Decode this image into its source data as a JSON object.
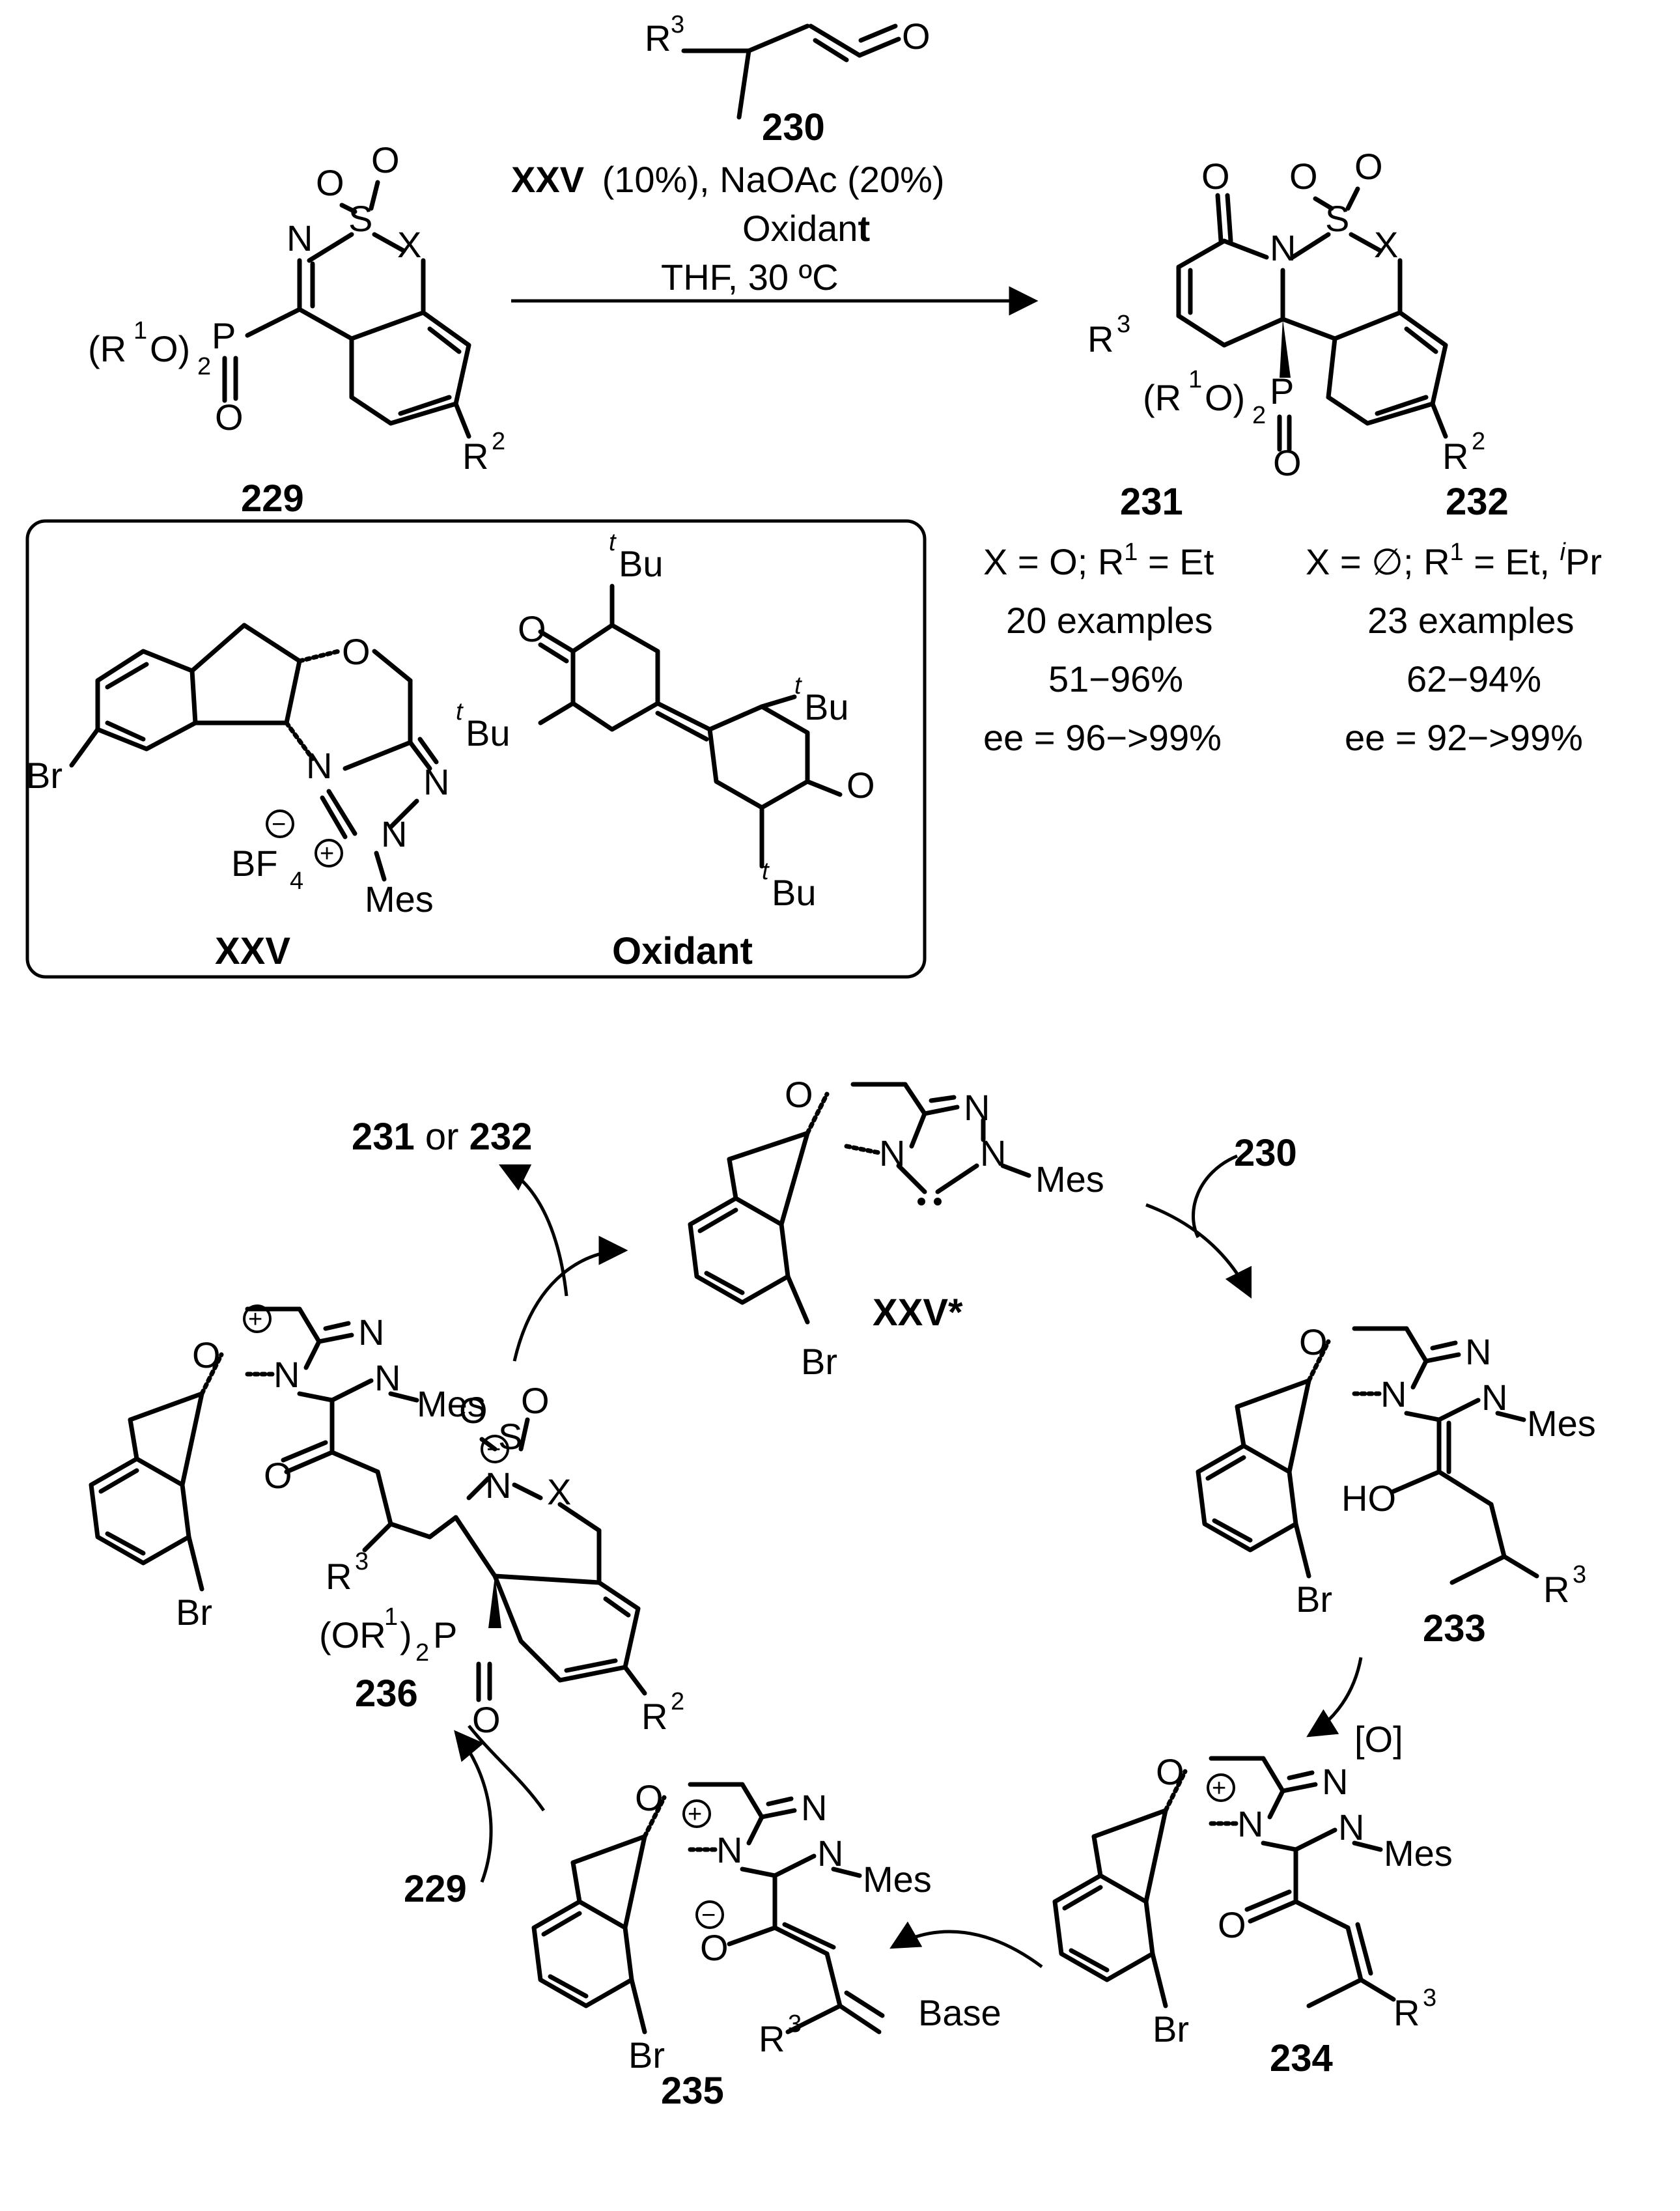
{
  "reaction": {
    "reagent_compound": "230",
    "catalyst_name": "XXV",
    "catalyst_amount": "(10%), NaOAc (20%)",
    "oxidant_prefix": "Oxidan",
    "oxidant_suffix": "t",
    "solvent_temp": "THF, 30 ºC"
  },
  "compounds": {
    "start": "229",
    "product_a": "231",
    "product_b": "232",
    "catalyst": "XXV",
    "oxidant": "Oxidant",
    "carbene": "XXV*",
    "int_233": "233",
    "int_234": "234",
    "int_235": "235",
    "int_236": "236",
    "reagent_in": "230",
    "start_in": "229"
  },
  "results": {
    "product_a": {
      "condition_x": "X = O; R",
      "condition_r": " = Et",
      "examples": "20 examples",
      "yield": "51−96%",
      "ee": "ee = 96−>99%"
    },
    "product_b": {
      "condition_x": "X = ∅; R",
      "condition_r": " = Et, ",
      "condition_ipr": "Pr",
      "examples": "23 examples",
      "yield": "62−94%",
      "ee": "ee = 92−>99%"
    }
  },
  "cycle": {
    "product_label_mid": " or ",
    "oxidation": "[O]",
    "base": "Base"
  },
  "atoms": {
    "O": "O",
    "S": "S",
    "N": "N",
    "X": "X",
    "P": "P",
    "Br": "Br",
    "HO": "HO",
    "R": "R",
    "Mes": "Mes",
    "tBu": "Bu",
    "BF": "BF",
    "t": "t",
    "i": "i",
    "R1O": "(R",
    "R1O_tail": "O)",
    "OR1": "(OR",
    "OR1_tail": ")",
    "one": "1",
    "two": "2",
    "three": "3",
    "four": "4",
    "minus": "−",
    "plus": "+"
  },
  "colors": {
    "ink": "#000000",
    "background": "#ffffff"
  }
}
